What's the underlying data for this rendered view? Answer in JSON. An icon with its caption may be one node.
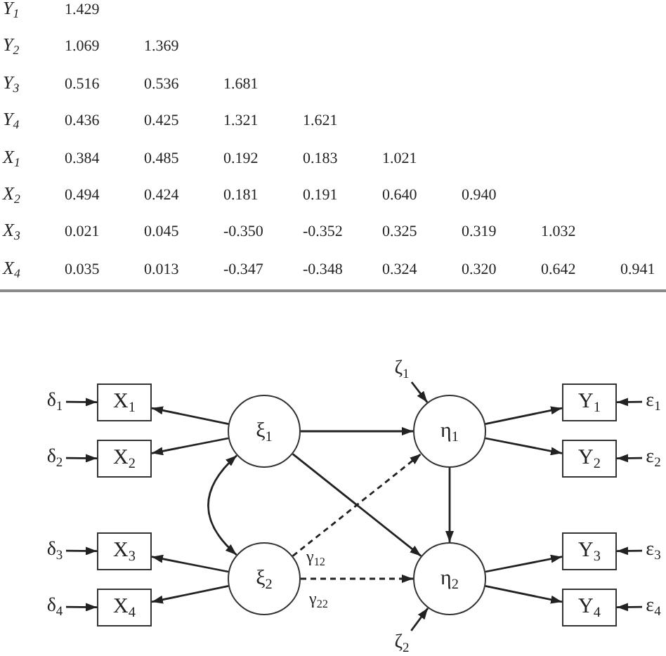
{
  "diagram": {
    "nodes": [
      {
        "text": [
          "δ$_{1}$"
        ]
      },
      {
        "text": [
          "X$_{1}$"
        ]
      },
      {
        "text": [
          "ξ$_{1}$"
        ]
      },
      {
        "text": [
          "ζ$_{1}$"
        ]
      },
      {
        "text": [
          "η$_{1}$"
        ]
      },
      {
        "text": [
          "Y$_{1}$"
        ]
      },
      {
        "text": [
          "ε$_{1}$"
        ]
      },
      {
        "text": [
          "δ$_{2}$"
        ]
      },
      {
        "text": [
          "X$_{2}$"
        ]
      },
      {
        "text": [
          "Y$_{2}$"
        ]
      },
      {
        "text": [
          "ε$_{2}$"
        ]
      },
      {
        "text": [
          "δ$_{3}$"
        ]
      },
      {
        "text": [
          "X$_{3}$"
        ]
      },
      {
        "text": [
          "ξ$_{2}$"
        ]
      },
      {
        "text": [
          "η$_{2}$"
        ]
      },
      {
        "text": [
          "Y$_{3}$"
        ]
      },
      {
        "text": [
          "ε$_{3}$"
        ]
      },
      {
        "text": [
          "δ$_{4}$"
        ]
      },
      {
        "text": [
          "X$_{4}$"
        ]
      },
      {
        "text": [
          "Y$_{4}$"
        ]
      },
      {
        "text": [
          "ε$_{4}$"
        ]
      },
      {
        "text": [
          "ζ$_{2}$"
        ]
      }
    ],
    "edges": [
      {
        "from": 0,
        "to": 1,
        "arrow": "to"
      },
      {
        "from": 7,
        "to": 8,
        "arrow": "to"
      },
      {
        "from": 11,
        "to": 12,
        "arrow": "to"
      },
      {
        "from": 17,
        "to": 18,
        "arrow": "to"
      },
      {
        "from": 2,
        "to": 1,
        "arrow": "to"
      },
      {
        "from": 2,
        "to": 8,
        "arrow": "to"
      },
      {
        "from": 13,
        "to": 12,
        "arrow": "to"
      },
      {
        "from": 13,
        "to": 18,
        "arrow": "to"
      },
      {
        "from": 2,
        "to": 13,
        "arrow": "both"
      },
      {
        "from": 2,
        "to": 4,
        "arrow": "to"
      },
      {
        "from": 2,
        "to": 14,
        "arrow": "to"
      },
      {
        "from": 13,
        "to": 4,
        "arrow": "to",
        "style": "dashed",
        "label": "γ$_{12}$"
      },
      {
        "from": 13,
        "to": 14,
        "arrow": "to",
        "style": "dashed",
        "label": "γ$_{22}$"
      },
      {
        "from": 4,
        "to": 14,
        "arrow": "to"
      },
      {
        "from": 3,
        "to": 4,
        "arrow": "to"
      },
      {
        "from": 21,
        "to": 14,
        "arrow": "to"
      },
      {
        "from": 4,
        "to": 5,
        "arrow": "to"
      },
      {
        "from": 4,
        "to": 9,
        "arrow": "to"
      },
      {
        "from": 14,
        "to": 15,
        "arrow": "to"
      },
      {
        "from": 14,
        "to": 19,
        "arrow": "to"
      },
      {
        "from": 6,
        "to": 5,
        "arrow": "to"
      },
      {
        "from": 10,
        "to": 9,
        "arrow": "to"
      },
      {
        "from": 16,
        "to": 15,
        "arrow": "to"
      },
      {
        "from": 20,
        "to": 19,
        "arrow": "to"
      }
    ],
    "labels": [
      "Y$_{1}$",
      "1.429",
      "Y$_{2}$",
      "1.069",
      "1.369",
      "Y$_{3}$",
      "0.516",
      "0.536",
      "1.681",
      "Y$_{4}$",
      "0.436",
      "0.425",
      "1.321",
      "1.621",
      "X$_{1}$",
      "0.384",
      "0.485",
      "0.192",
      "0.183",
      "1.021",
      "X$_{2}$",
      "0.494",
      "0.424",
      "0.181",
      "0.191",
      "0.640",
      "0.940",
      "X$_{3}$",
      "0.021",
      "0.045",
      "-0.350",
      "-0.352",
      "0.325",
      "0.319",
      "1.032",
      "X$_{4}$",
      "0.035",
      "0.013",
      "-0.347",
      "-0.348",
      "0.324",
      "0.320",
      "0.642",
      "0.941"
    ]
  }
}
